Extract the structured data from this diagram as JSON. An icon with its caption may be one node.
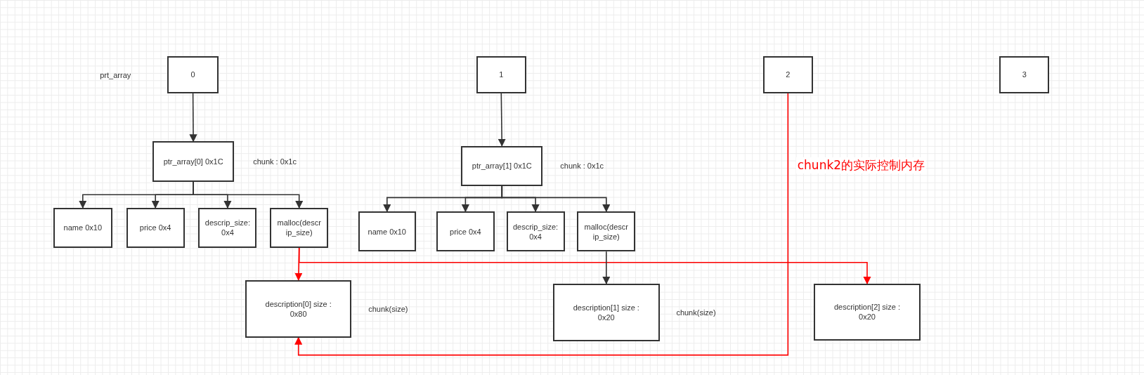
{
  "diagram": {
    "nodes": [
      {
        "text": [
          "0"
        ]
      },
      {
        "text": [
          "ptr_array[0] 0x1C"
        ],
        "beside": [
          "chunk : 0x1c"
        ]
      },
      {
        "text": [
          "name 0x10"
        ]
      },
      {
        "text": [
          "price 0x4"
        ]
      },
      {
        "text": [
          "descrip_size: 0x4"
        ]
      },
      {
        "text": [
          "malloc(descr ip_size)"
        ]
      },
      {
        "text": [
          "1"
        ]
      },
      {
        "text": [
          "ptr_array[1] 0x1C"
        ],
        "beside": [
          "chunk : 0x1c"
        ]
      },
      {
        "text": [
          "name 0x10"
        ]
      },
      {
        "text": [
          "price 0x4"
        ]
      },
      {
        "text": [
          "descrip_size: 0x4"
        ]
      },
      {
        "text": [
          "malloc(descr ip_size)"
        ]
      },
      {
        "text": [
          "2"
        ]
      },
      {
        "text": [
          "3"
        ]
      },
      {
        "text": [
          "description[0] size : 0x80"
        ],
        "beside": [
          "chunk(size)"
        ]
      },
      {
        "text": [
          "description[1] size : 0x20"
        ],
        "beside": [
          "chunk(size)"
        ]
      },
      {
        "text": [
          "description[2] size : 0x20"
        ]
      }
    ],
    "edges": [
      {
        "from": 0,
        "to": 1,
        "arrow": "to"
      },
      {
        "from": 1,
        "to": 2,
        "arrow": "to"
      },
      {
        "from": 1,
        "to": 3,
        "arrow": "to"
      },
      {
        "from": 1,
        "to": 4,
        "arrow": "to"
      },
      {
        "from": 1,
        "to": 5,
        "arrow": "to"
      },
      {
        "from": 6,
        "to": 7,
        "arrow": "to"
      },
      {
        "from": 7,
        "to": 8,
        "arrow": "to"
      },
      {
        "from": 7,
        "to": 9,
        "arrow": "to"
      },
      {
        "from": 7,
        "to": 10,
        "arrow": "to"
      },
      {
        "from": 7,
        "to": 11,
        "arrow": "to"
      },
      {
        "from": 5,
        "to": 14,
        "arrow": "to",
        "color": "#ff0000"
      },
      {
        "from": 5,
        "to": 16,
        "arrow": "to",
        "color": "#ff0000"
      },
      {
        "from": 11,
        "to": 15,
        "arrow": "to"
      },
      {
        "from": 12,
        "to": 14,
        "arrow": "to",
        "color": "#ff0000",
        "label": "chunk2的实际控制内存"
      }
    ],
    "labels": [
      "prt_array"
    ]
  }
}
